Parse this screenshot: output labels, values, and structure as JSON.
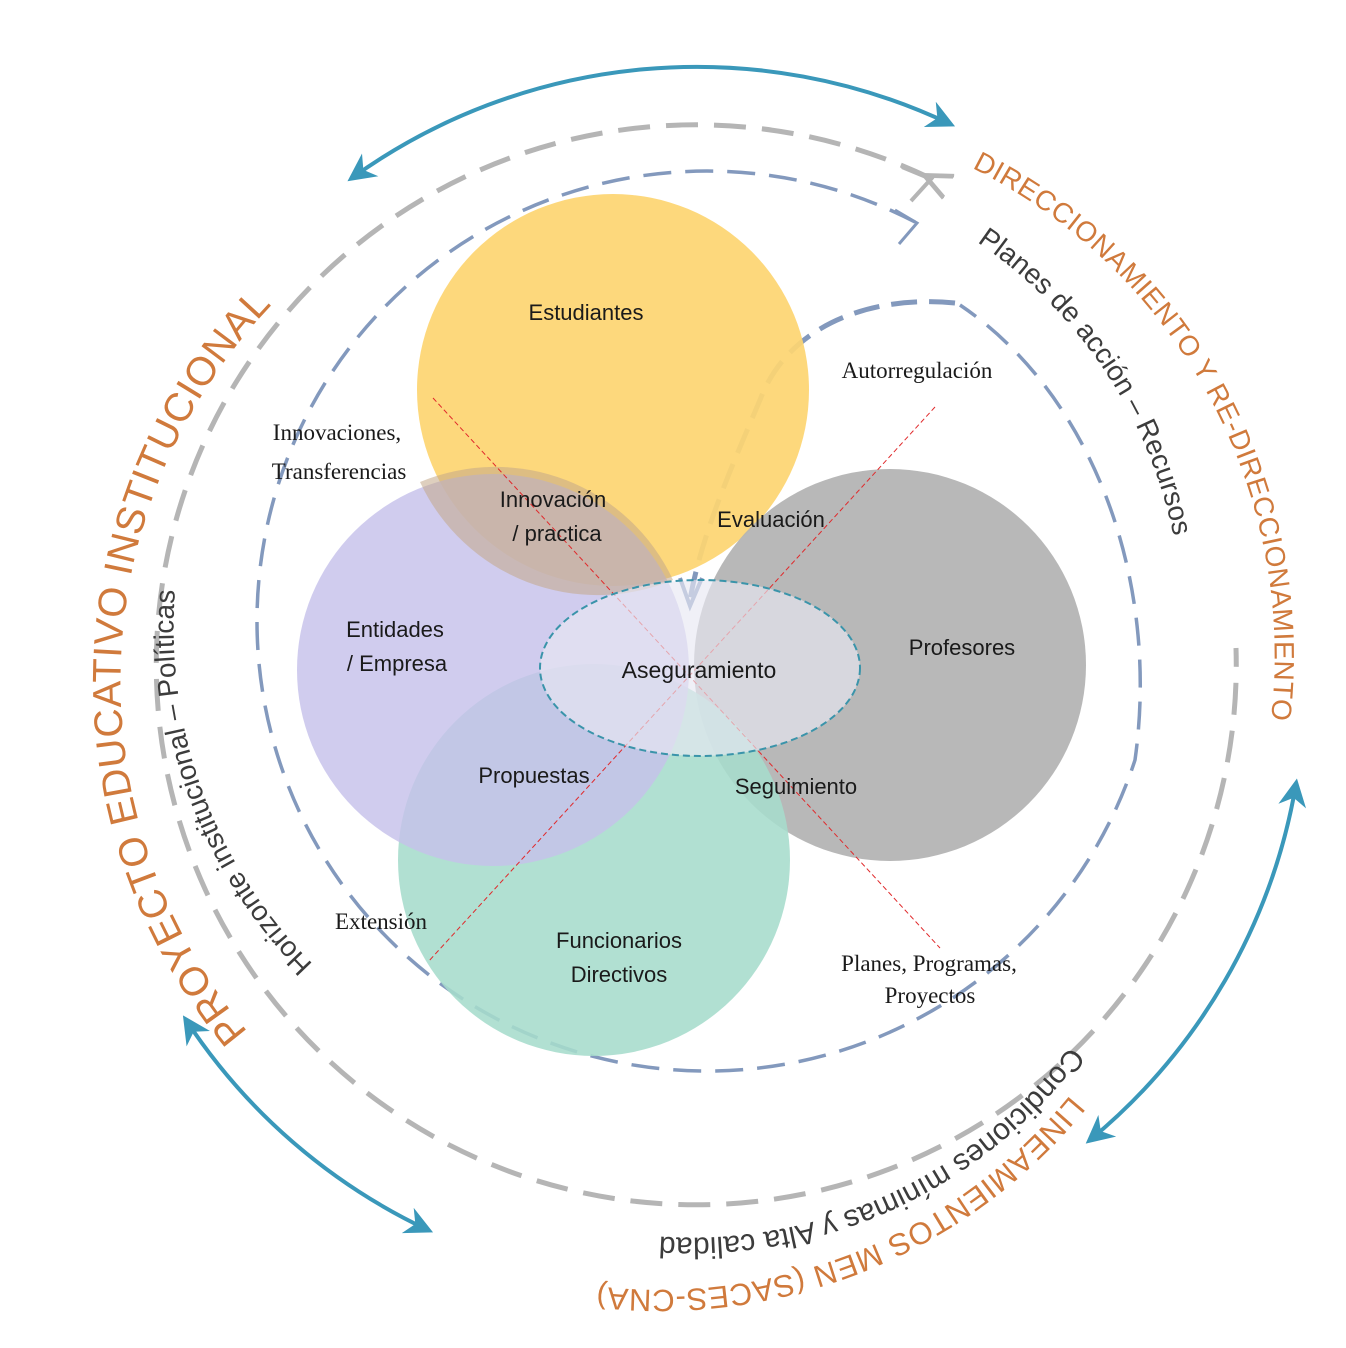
{
  "outer_labels": {
    "left_orange": "PROYECTO EDUCATIVO INSTITUCIONAL",
    "left_gray": "Horizonte institucional – Políticas",
    "right_orange": "DIRECCIONAMIENTO Y RE-DIRECCIONAMIENTO",
    "right_gray": "Planes de acción – Recursos",
    "bottom_orange": "LINEAMIENTOS MEN (SACES-CNA)",
    "bottom_gray": "Condiciones mínimas y Alta calidad"
  },
  "circles": {
    "students": "Estudiantes",
    "entities_line1": "Entidades",
    "entities_line2": "/ Empresa",
    "professors": "Profesores",
    "officials_line1": "Funcionarios",
    "officials_line2": "Directivos"
  },
  "intersections": {
    "innovation_line1": "Innovación",
    "innovation_line2": "/ practica",
    "evaluation": "Evaluación",
    "proposals": "Propuestas",
    "followup": "Seguimiento",
    "center": "Aseguramiento"
  },
  "outside_labels": {
    "innovations_line1": "Innovaciones,",
    "innovations_line2": "Transferencias",
    "selfregulation": "Autorregulación",
    "extension": "Extensión",
    "plans_line1": "Planes, Programas,",
    "plans_line2": "Proyectos"
  },
  "colors": {
    "students": "#fdd572",
    "entities": "#c6c1ea",
    "professors": "#b3b3b3",
    "officials": "#a6dccc",
    "orange_text": "#d07a3c",
    "blue_arrow": "#3a98ba",
    "dash_gray": "#b5b5b5",
    "dash_blue": "#8399bd",
    "red_line": "#e0292b",
    "center_ellipse_stroke": "#3a94aa"
  }
}
